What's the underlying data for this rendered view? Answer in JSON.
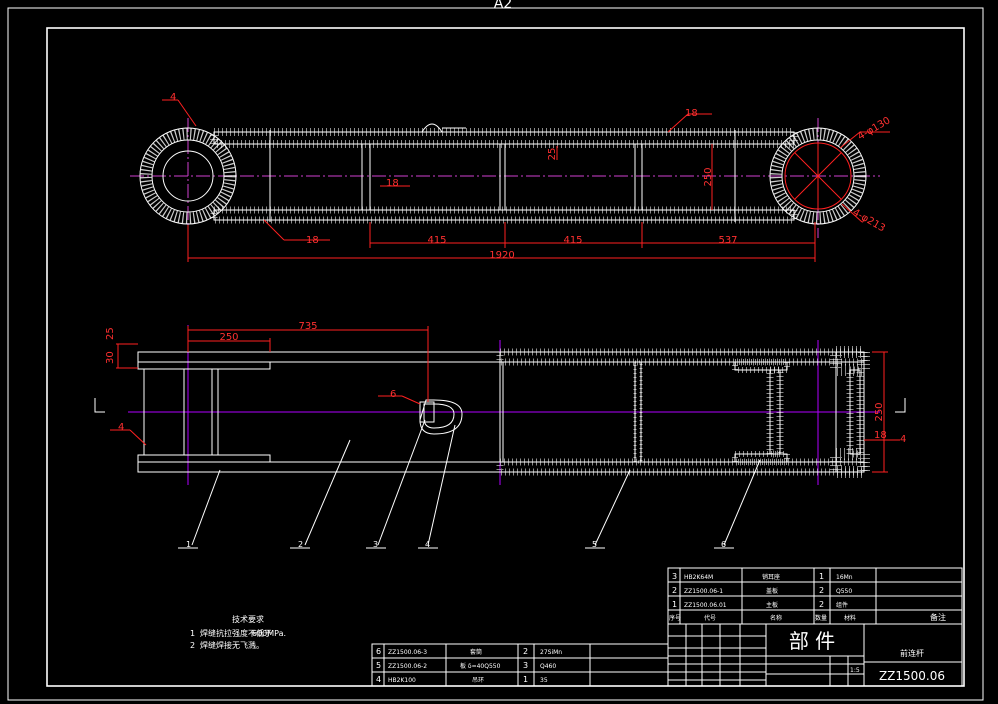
{
  "sheet": {
    "top_label": "A2"
  },
  "dims_top": {
    "d415a": "415",
    "d415b": "415",
    "d537": "537",
    "d1920": "1920",
    "d250v": "250",
    "d25v": "25",
    "w18a": "18",
    "w18b": "18",
    "w18c": "18",
    "w4": "4",
    "r4": "4-φ213",
    "rb": "4-φ130"
  },
  "dims_side": {
    "d735": "735",
    "d250": "250",
    "d25": "25",
    "d30": "30",
    "d18": "18",
    "d4": "4",
    "d250v": "250",
    "w6": "6",
    "w4": "4"
  },
  "balloons": [
    "1",
    "2",
    "3",
    "4",
    "5",
    "6"
  ],
  "tech_notes": {
    "title": "技术要求",
    "n1_num": "1",
    "n1_pre": "焊缝抗拉强度不低于",
    "n1_val": "600MPa.",
    "n2_num": "2",
    "n2_text": "焊缝焊接无飞溅。"
  },
  "bom_left": {
    "rows": [
      {
        "no": "6",
        "code": "ZZ1500.06-3",
        "name": "套筒",
        "qty": "2",
        "mat": "27SiMn"
      },
      {
        "no": "5",
        "code": "ZZ1500.06-2",
        "name": "板 δ=40Q550",
        "qty": "3",
        "mat": "Q460"
      },
      {
        "no": "4",
        "code": "HB2K100",
        "name": "吊环",
        "qty": "1",
        "mat": "35"
      }
    ]
  },
  "bom_right": {
    "rows": [
      {
        "no": "3",
        "code": "HB2K64M",
        "name": "销耳座",
        "qty": "1",
        "mat": "16Mn"
      },
      {
        "no": "2",
        "code": "ZZ1500.06-1",
        "name": "盖板",
        "qty": "2",
        "mat": "Q550"
      },
      {
        "no": "1",
        "code": "ZZ1500.06.01",
        "name": "主板",
        "qty": "2",
        "mat": "组件"
      }
    ],
    "header": {
      "no": "序号",
      "code": "代号",
      "name": "名称",
      "qty": "数量",
      "mat": "材料",
      "note": "备注"
    }
  },
  "title_block": {
    "big": "部 件",
    "part_name": "前连杆",
    "drawing_no": "ZZ1500.06",
    "scale": "1:5"
  }
}
